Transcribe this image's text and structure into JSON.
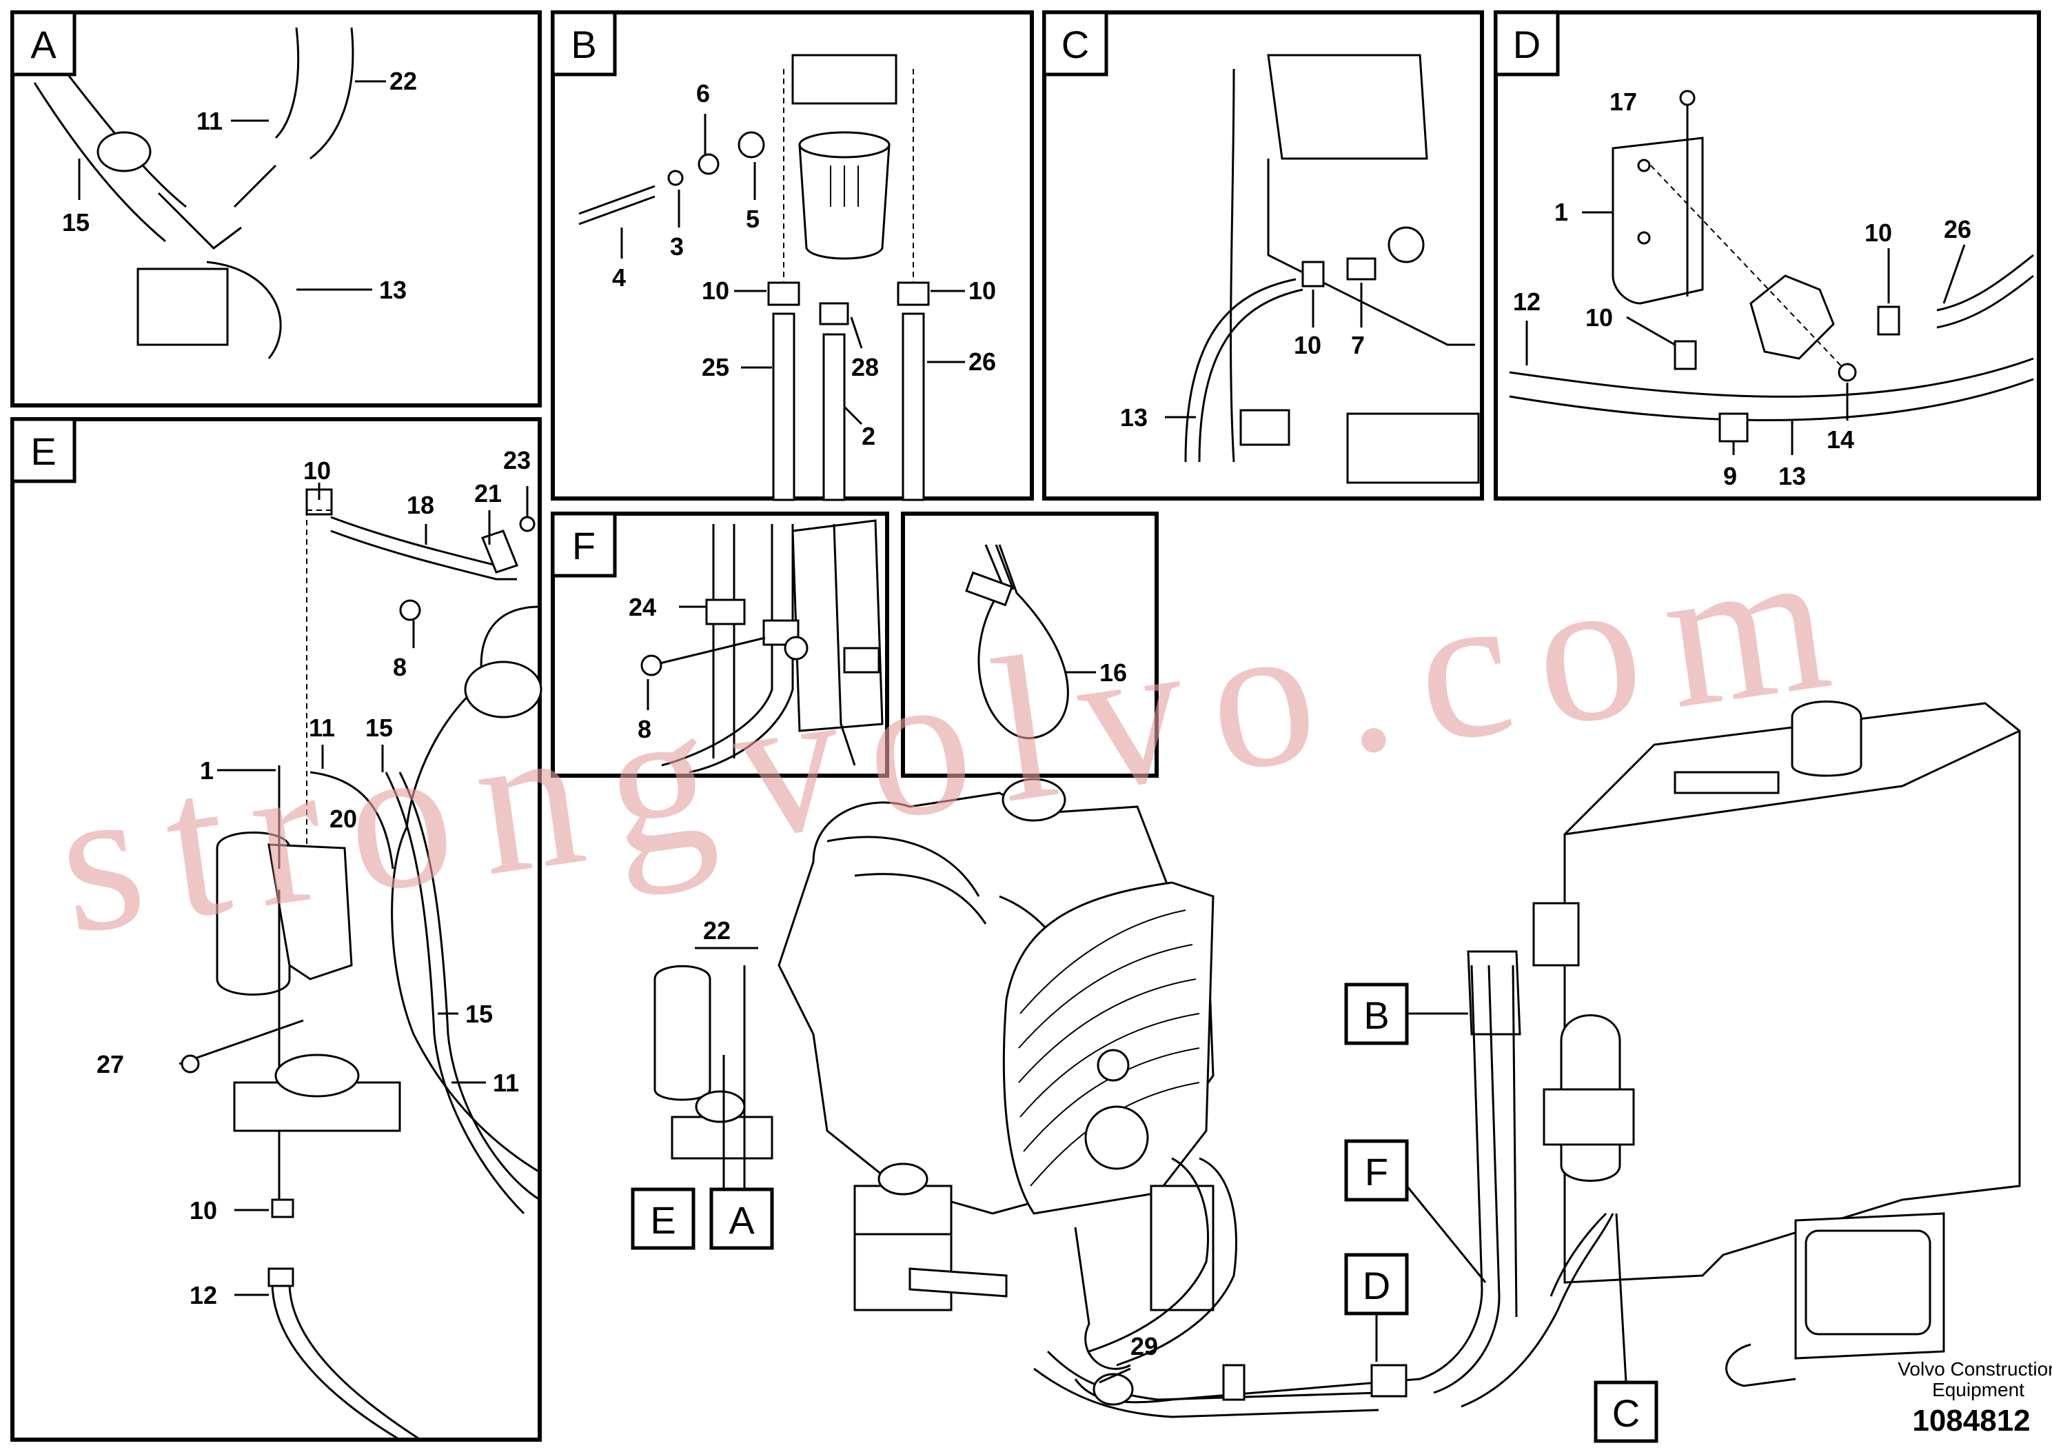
{
  "panels": {
    "A": {
      "tag": "A",
      "callouts": [
        "22",
        "11",
        "15",
        "13"
      ]
    },
    "B": {
      "tag": "B",
      "callouts": [
        "6",
        "4",
        "3",
        "5",
        "10",
        "10",
        "25",
        "28",
        "26",
        "2"
      ]
    },
    "C": {
      "tag": "C",
      "callouts": [
        "10",
        "7",
        "13"
      ]
    },
    "D": {
      "tag": "D",
      "callouts": [
        "17",
        "1",
        "10",
        "26",
        "12",
        "10",
        "14",
        "9",
        "13"
      ]
    },
    "E": {
      "tag": "E",
      "callouts": [
        "10",
        "23",
        "18",
        "21",
        "8",
        "11",
        "15",
        "1",
        "20",
        "15",
        "27",
        "11",
        "10",
        "12"
      ]
    },
    "F": {
      "tag": "F",
      "callouts": [
        "24",
        "8"
      ]
    },
    "G": {
      "callouts": [
        "16"
      ]
    }
  },
  "main": {
    "callouts": [
      "22",
      "29"
    ],
    "pointer_tags": [
      "E",
      "A",
      "B",
      "F",
      "D",
      "C"
    ]
  },
  "watermark": "strongvolvo.com",
  "footer": {
    "company": "Volvo Construction",
    "company_line2": "Equipment",
    "drawing_number": "1084812"
  }
}
